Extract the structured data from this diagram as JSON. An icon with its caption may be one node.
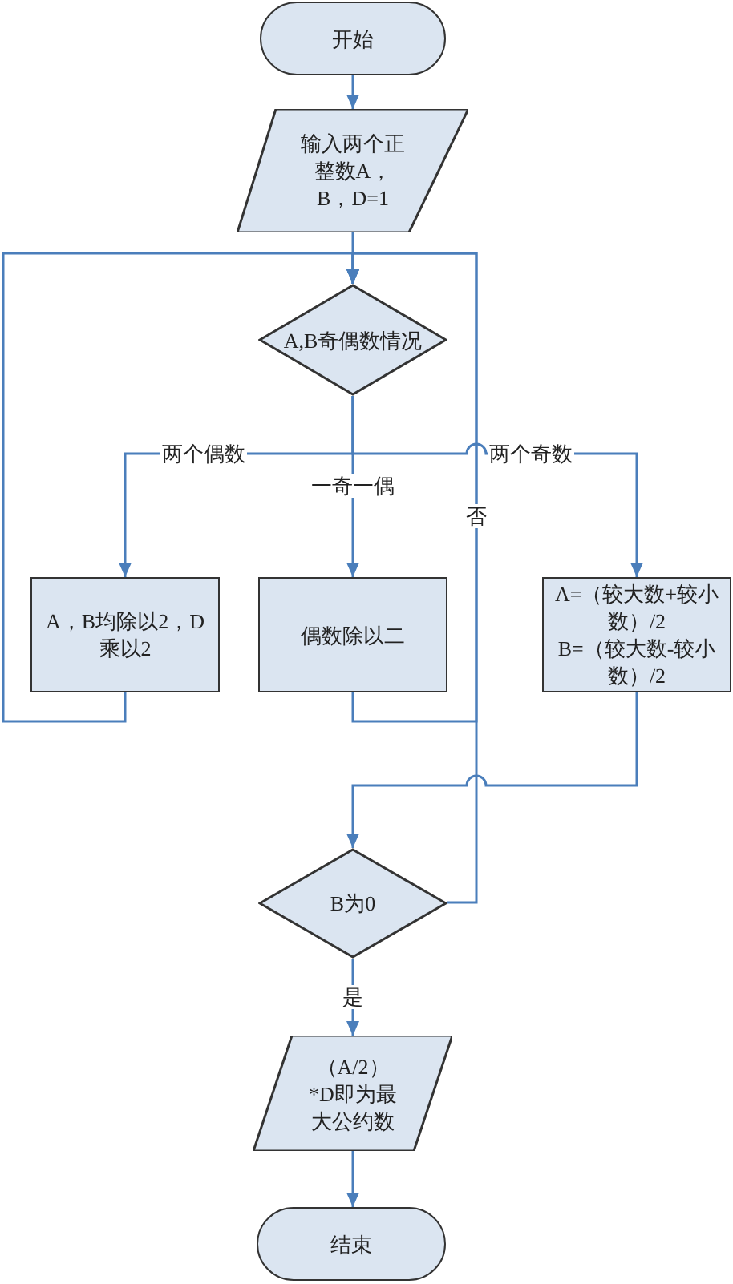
{
  "diagram": {
    "nodes": [
      {
        "text": [
          "开始"
        ]
      },
      {
        "text": [
          "输入两个正整数A，B，D=1"
        ]
      },
      {
        "text": [
          "A,B奇偶数情况"
        ]
      },
      {
        "text": [
          "A，B均除以2，D乘以2"
        ]
      },
      {
        "text": [
          "偶数除以二"
        ]
      },
      {
        "text": [
          "A=（较大数+较小数）/2",
          "B=（较大数-较小数）/2"
        ]
      },
      {
        "text": [
          "B为0"
        ]
      },
      {
        "text": [
          "（A/2）*D即为最大公约数"
        ]
      },
      {
        "text": [
          "结束"
        ]
      }
    ],
    "edges": [
      {
        "from": 0,
        "to": 1,
        "arrow": "to"
      },
      {
        "from": 1,
        "to": 2,
        "arrow": "to"
      },
      {
        "from": 2,
        "to": 3,
        "arrow": "to",
        "label": "两个偶数"
      },
      {
        "from": 2,
        "to": 4,
        "arrow": "to",
        "label": "一奇一偶"
      },
      {
        "from": 2,
        "to": 5,
        "arrow": "to",
        "label": "两个奇数"
      },
      {
        "from": 3,
        "to": 2,
        "arrow": "to"
      },
      {
        "from": 4,
        "to": 2,
        "arrow": "to"
      },
      {
        "from": 5,
        "to": 6,
        "arrow": "to"
      },
      {
        "from": 6,
        "to": 2,
        "arrow": "to",
        "label": "否"
      },
      {
        "from": 6,
        "to": 7,
        "arrow": "to",
        "label": "是"
      },
      {
        "from": 7,
        "to": 8,
        "arrow": "to"
      }
    ]
  }
}
